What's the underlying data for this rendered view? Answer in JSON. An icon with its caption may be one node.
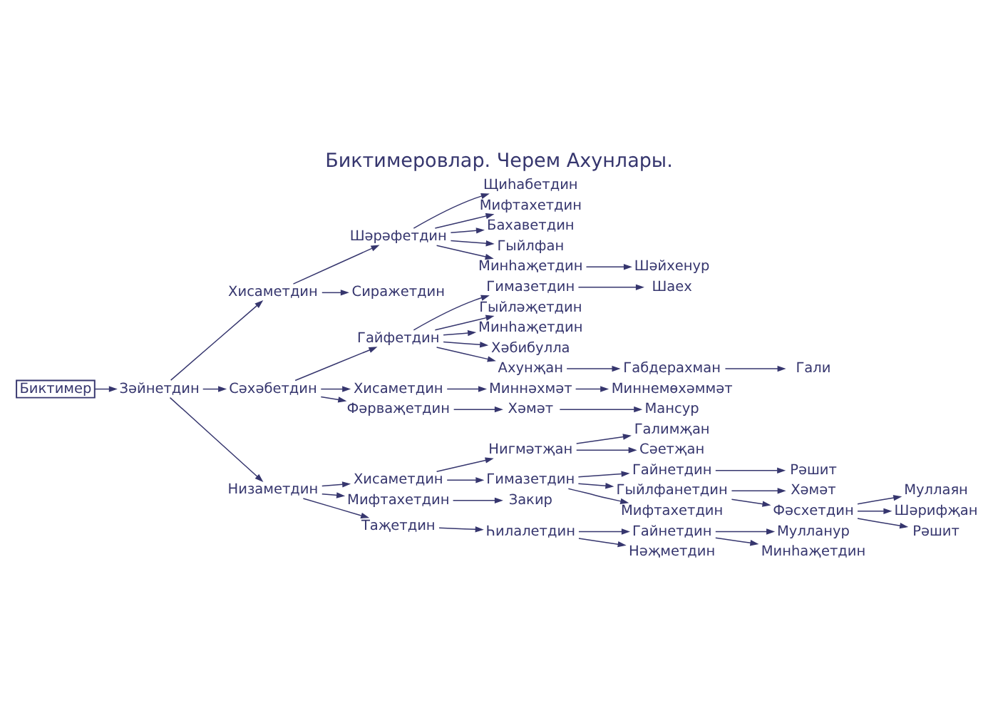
{
  "diagram": {
    "title": "Биктимеровлар. Черем Ахунлары.",
    "nodes": [
      {
        "text": [
          "Биктимер"
        ]
      },
      {
        "text": [
          "Зәйнетдин"
        ]
      },
      {
        "text": [
          "Хисаметдин"
        ]
      },
      {
        "text": [
          "Шәрәфетдин"
        ]
      },
      {
        "text": [
          "Сиражетдин"
        ]
      },
      {
        "text": [
          "Щиһабетдин"
        ]
      },
      {
        "text": [
          "Мифтахетдин"
        ]
      },
      {
        "text": [
          "Бахаветдин"
        ]
      },
      {
        "text": [
          "Гыйлфан"
        ]
      },
      {
        "text": [
          "Минһаҗетдин"
        ]
      },
      {
        "text": [
          "Шәйхенур"
        ]
      },
      {
        "text": [
          "Сәхәбетдин"
        ]
      },
      {
        "text": [
          "Гайфетдин"
        ]
      },
      {
        "text": [
          "Гимазетдин"
        ]
      },
      {
        "text": [
          "Шаех"
        ]
      },
      {
        "text": [
          "Гыйләҗетдин"
        ]
      },
      {
        "text": [
          "Минһаҗетдин"
        ]
      },
      {
        "text": [
          "Хәбибулла"
        ]
      },
      {
        "text": [
          "Ахунҗан"
        ]
      },
      {
        "text": [
          "Габдерахман"
        ]
      },
      {
        "text": [
          "Гали"
        ]
      },
      {
        "text": [
          "Хисаметдин"
        ]
      },
      {
        "text": [
          "Миннәхмәт"
        ]
      },
      {
        "text": [
          "Миннемөхәммәт"
        ]
      },
      {
        "text": [
          "Фәрваҗетдин"
        ]
      },
      {
        "text": [
          "Хәмәт"
        ]
      },
      {
        "text": [
          "Мансур"
        ]
      },
      {
        "text": [
          "Низаметдин"
        ]
      },
      {
        "text": [
          "Хисаметдин"
        ]
      },
      {
        "text": [
          "Нигмәтҗан"
        ]
      },
      {
        "text": [
          "Галимҗан"
        ]
      },
      {
        "text": [
          "Сәетҗан"
        ]
      },
      {
        "text": [
          "Гимазетдин"
        ]
      },
      {
        "text": [
          "Гайнетдин"
        ]
      },
      {
        "text": [
          "Рәшит"
        ]
      },
      {
        "text": [
          "Гыйлфанетдин"
        ]
      },
      {
        "text": [
          "Хәмәт"
        ]
      },
      {
        "text": [
          "Мифтахетдин"
        ]
      },
      {
        "text": [
          "Фәсхетдин"
        ]
      },
      {
        "text": [
          "Муллаян"
        ]
      },
      {
        "text": [
          "Шәрифҗан"
        ]
      },
      {
        "text": [
          "Рәшит"
        ]
      },
      {
        "text": [
          "Мифтахетдин"
        ]
      },
      {
        "text": [
          "Закир"
        ]
      },
      {
        "text": [
          "Таҗетдин"
        ]
      },
      {
        "text": [
          "Һилалетдин"
        ]
      },
      {
        "text": [
          "Гайнетдин"
        ]
      },
      {
        "text": [
          "Нәҗметдин"
        ]
      },
      {
        "text": [
          "Мулланур"
        ]
      },
      {
        "text": [
          "Минһаҗетдин"
        ]
      }
    ],
    "edges": [
      {
        "from": 0,
        "to": 1,
        "arrow": "to"
      },
      {
        "from": 1,
        "to": 2,
        "arrow": "to"
      },
      {
        "from": 1,
        "to": 11,
        "arrow": "to"
      },
      {
        "from": 1,
        "to": 27,
        "arrow": "to"
      },
      {
        "from": 2,
        "to": 3,
        "arrow": "to"
      },
      {
        "from": 2,
        "to": 4,
        "arrow": "to"
      },
      {
        "from": 3,
        "to": 5,
        "arrow": "to"
      },
      {
        "from": 3,
        "to": 6,
        "arrow": "to"
      },
      {
        "from": 3,
        "to": 7,
        "arrow": "to"
      },
      {
        "from": 3,
        "to": 8,
        "arrow": "to"
      },
      {
        "from": 3,
        "to": 9,
        "arrow": "to"
      },
      {
        "from": 9,
        "to": 10,
        "arrow": "to"
      },
      {
        "from": 11,
        "to": 12,
        "arrow": "to"
      },
      {
        "from": 11,
        "to": 21,
        "arrow": "to"
      },
      {
        "from": 11,
        "to": 24,
        "arrow": "to"
      },
      {
        "from": 12,
        "to": 13,
        "arrow": "to"
      },
      {
        "from": 12,
        "to": 15,
        "arrow": "to"
      },
      {
        "from": 12,
        "to": 16,
        "arrow": "to"
      },
      {
        "from": 12,
        "to": 17,
        "arrow": "to"
      },
      {
        "from": 12,
        "to": 18,
        "arrow": "to"
      },
      {
        "from": 13,
        "to": 14,
        "arrow": "to"
      },
      {
        "from": 18,
        "to": 19,
        "arrow": "to"
      },
      {
        "from": 19,
        "to": 20,
        "arrow": "to"
      },
      {
        "from": 21,
        "to": 22,
        "arrow": "to"
      },
      {
        "from": 22,
        "to": 23,
        "arrow": "to"
      },
      {
        "from": 24,
        "to": 25,
        "arrow": "to"
      },
      {
        "from": 25,
        "to": 26,
        "arrow": "to"
      },
      {
        "from": 27,
        "to": 28,
        "arrow": "to"
      },
      {
        "from": 27,
        "to": 42,
        "arrow": "to"
      },
      {
        "from": 27,
        "to": 44,
        "arrow": "to"
      },
      {
        "from": 28,
        "to": 29,
        "arrow": "to"
      },
      {
        "from": 28,
        "to": 32,
        "arrow": "to"
      },
      {
        "from": 29,
        "to": 30,
        "arrow": "to"
      },
      {
        "from": 29,
        "to": 31,
        "arrow": "to"
      },
      {
        "from": 32,
        "to": 33,
        "arrow": "to"
      },
      {
        "from": 33,
        "to": 34,
        "arrow": "to"
      },
      {
        "from": 32,
        "to": 35,
        "arrow": "to"
      },
      {
        "from": 32,
        "to": 37,
        "arrow": "to"
      },
      {
        "from": 35,
        "to": 36,
        "arrow": "to"
      },
      {
        "from": 35,
        "to": 38,
        "arrow": "to"
      },
      {
        "from": 38,
        "to": 39,
        "arrow": "to"
      },
      {
        "from": 38,
        "to": 40,
        "arrow": "to"
      },
      {
        "from": 38,
        "to": 41,
        "arrow": "to"
      },
      {
        "from": 42,
        "to": 43,
        "arrow": "to"
      },
      {
        "from": 44,
        "to": 45,
        "arrow": "to"
      },
      {
        "from": 45,
        "to": 46,
        "arrow": "to"
      },
      {
        "from": 45,
        "to": 47,
        "arrow": "to"
      },
      {
        "from": 46,
        "to": 48,
        "arrow": "to"
      },
      {
        "from": 46,
        "to": 49,
        "arrow": "to"
      }
    ]
  }
}
